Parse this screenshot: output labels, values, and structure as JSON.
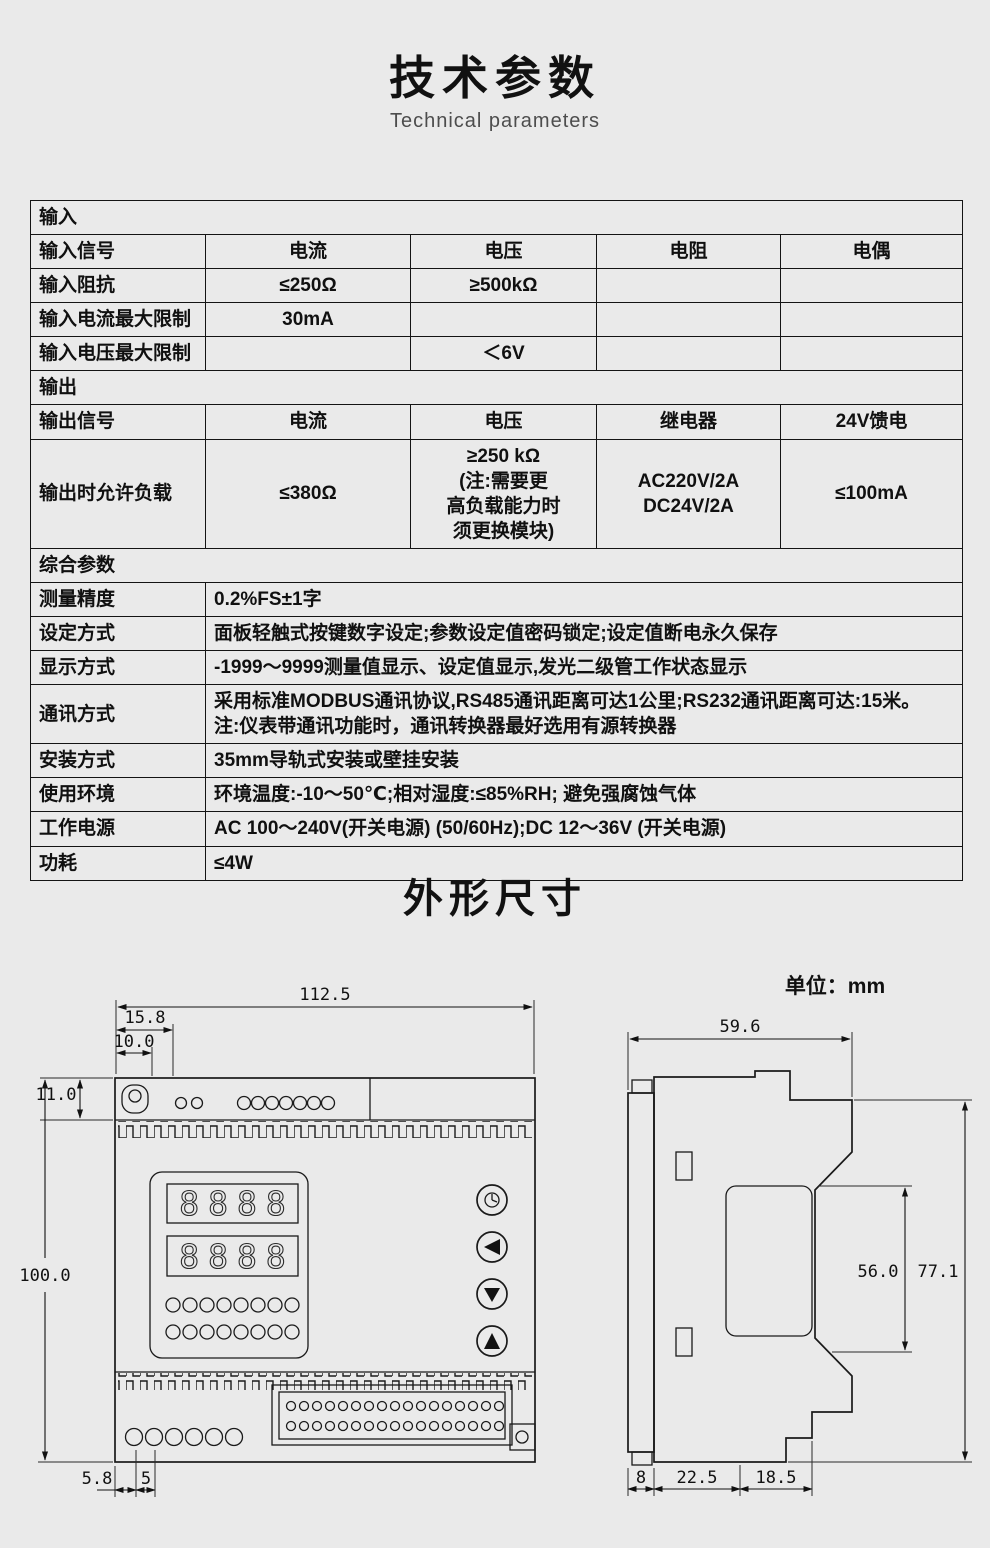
{
  "header": {
    "title": "技术参数",
    "subtitle": "Technical parameters"
  },
  "table": {
    "sections": {
      "input": "输入",
      "output": "输出",
      "general": "综合参数"
    },
    "rows": {
      "input_signal": {
        "label": "输入信号",
        "c1": "电流",
        "c2": "电压",
        "c3": "电阻",
        "c4": "电偶"
      },
      "input_impedance": {
        "label": "输入阻抗",
        "c1": "≤250Ω",
        "c2": "≥500kΩ"
      },
      "input_current_limit": {
        "label": "输入电流最大限制",
        "c1": "30mA"
      },
      "input_voltage_limit": {
        "label": "输入电压最大限制",
        "c2": "＜6V"
      },
      "output_signal": {
        "label": "输出信号",
        "c1": "电流",
        "c2": "电压",
        "c3": "继电器",
        "c4": "24V馈电"
      },
      "output_load": {
        "label": "输出时允许负载",
        "c1": "≤380Ω",
        "c2": "≥250 kΩ\n(注:需要更\n高负载能力时\n须更换模块)",
        "c3": "AC220V/2A\nDC24V/2A",
        "c4": "≤100mA"
      },
      "accuracy": {
        "label": "测量精度",
        "value": "0.2%FS±1字"
      },
      "setting": {
        "label": "设定方式",
        "value": "面板轻触式按键数字设定;参数设定值密码锁定;设定值断电永久保存"
      },
      "display": {
        "label": "显示方式",
        "value": "-1999～9999测量值显示、设定值显示,发光二级管工作状态显示"
      },
      "communication": {
        "label": "通讯方式",
        "value": "采用标准MODBUS通讯协议,RS485通讯距离可达1公里;RS232通讯距离可达:15米。\n注:仪表带通讯功能时，通讯转换器最好选用有源转换器"
      },
      "installation": {
        "label": "安装方式",
        "value": "35mm导轨式安装或壁挂安装"
      },
      "environment": {
        "label": "使用环境",
        "value": "环境温度:-10～50℃;相对湿度:≤85%RH; 避免强腐蚀气体"
      },
      "power": {
        "label": "工作电源",
        "value": "AC 100～240V(开关电源) (50/60Hz);DC 12～36V (开关电源)"
      },
      "consumption": {
        "label": "功耗",
        "value": "≤4W"
      }
    }
  },
  "drawings": {
    "title": "外形尺寸",
    "unit": "单位：mm",
    "front": {
      "w": "112.5",
      "d1": "15.8",
      "d2": "10.0",
      "d3": "11.0",
      "h": "100.0",
      "d4": "5.8",
      "d5": "5",
      "display1": "8888",
      "display2": "8888"
    },
    "side": {
      "w": "59.6",
      "h1": "56.0",
      "h2": "77.1",
      "b1": "8",
      "b2": "22.5",
      "b3": "18.5"
    }
  }
}
